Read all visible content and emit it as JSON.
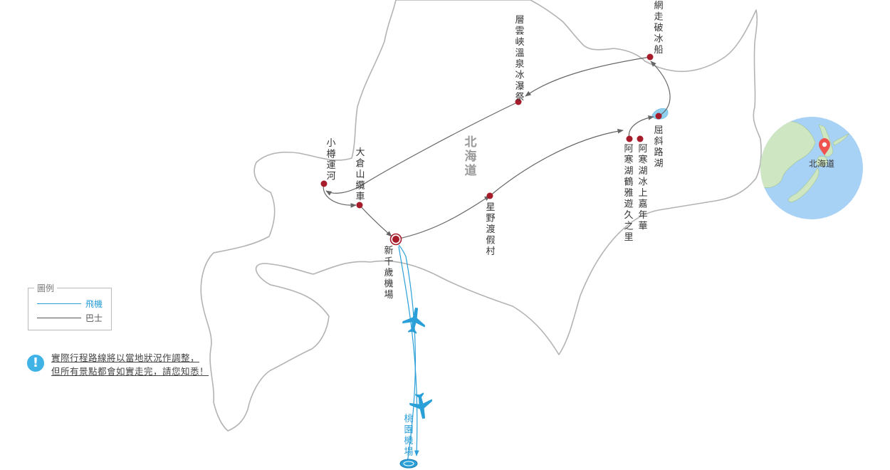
{
  "region_label": "北海道",
  "inset_label": "北海道",
  "places": {
    "abashiri": "網走破冰船",
    "sounkyo": "層雲峽溫泉冰瀑祭",
    "kussharo": "屈斜路湖",
    "akan_festival": "阿寒湖冰上嘉年華",
    "akan_village": "阿寒湖鶴雅遊久之里",
    "hoshino": "星野渡假村",
    "otaru": "小樽運河",
    "okurayama": "大倉山纜車",
    "new_chitose": "新千歲機場",
    "taoyuan": "桃園機場"
  },
  "legend": {
    "title": "圖例",
    "plane": "飛機",
    "bus": "巴士"
  },
  "notice": {
    "line1": "實際行程路線將以當地狀況作調整，",
    "line2": "但所有景點都會如實走完，請您知悉！"
  },
  "colors": {
    "route": "#666666",
    "flight": "#2a9fd8",
    "stop": "#a61c2a",
    "coast": "#b3b3b3",
    "inset_sea": "#a8d2f5",
    "inset_land": "#cfe6c2",
    "pin": "#ef5350"
  },
  "icons": [
    "airplane-icon",
    "airplane-icon",
    "map-pin-icon",
    "exclamation-icon"
  ]
}
